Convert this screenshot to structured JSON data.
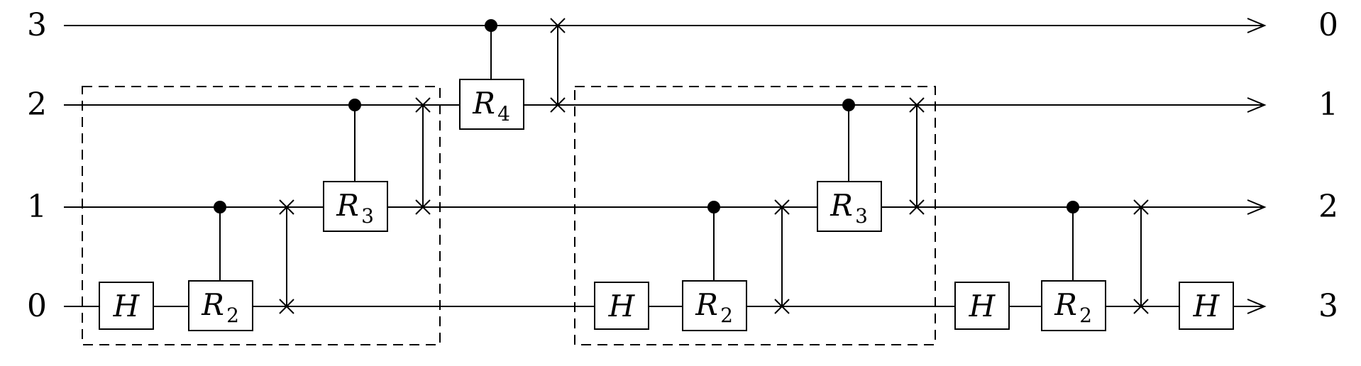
{
  "circuit": {
    "input_labels": [
      "3",
      "2",
      "1",
      "0"
    ],
    "output_labels": [
      "0",
      "1",
      "2",
      "3"
    ],
    "gates": [
      {
        "name": "H",
        "sub": ""
      },
      {
        "name": "R",
        "sub": "2"
      },
      {
        "name": "R",
        "sub": "3"
      },
      {
        "name": "R",
        "sub": "4"
      }
    ]
  }
}
